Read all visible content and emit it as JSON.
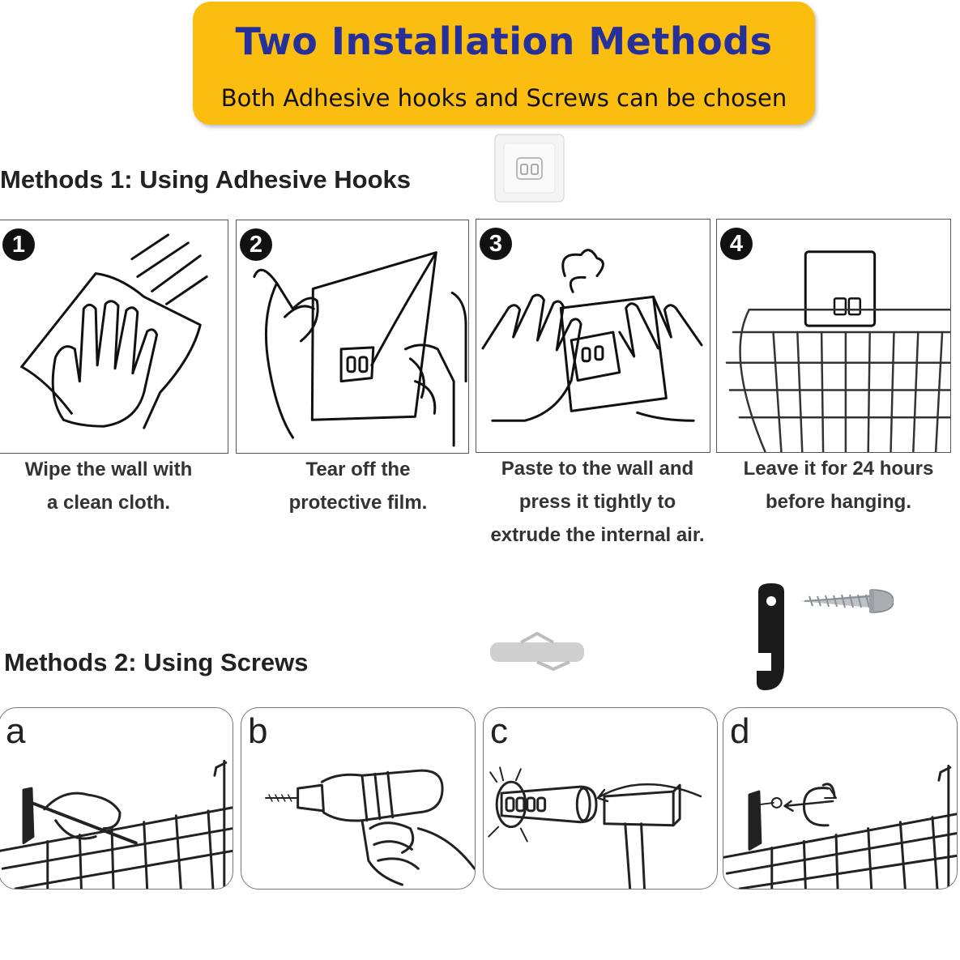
{
  "banner": {
    "title": "Two Installation Methods",
    "subtitle": "Both Adhesive hooks and Screws can be chosen",
    "bg_color": "#fbbd10",
    "title_color": "#26309a"
  },
  "method1": {
    "title": "Methods 1: Using Adhesive Hooks",
    "product_icon": "adhesive-hook-icon",
    "steps": [
      {
        "num": "1",
        "icon": "wipe-cloth-icon",
        "lines": [
          "Wipe the wall with",
          "a clean cloth."
        ]
      },
      {
        "num": "2",
        "icon": "tear-film-icon",
        "lines": [
          "Tear off the",
          "protective film."
        ]
      },
      {
        "num": "3",
        "icon": "press-hook-icon",
        "lines": [
          "Paste to the wall and",
          "press it tightly to",
          "extrude the internal air."
        ]
      },
      {
        "num": "4",
        "icon": "hang-basket-icon",
        "lines": [
          "Leave it for 24 hours",
          "before hanging."
        ]
      }
    ]
  },
  "method2": {
    "title": "Methods 2: Using Screws",
    "product_icons": [
      "wall-anchor-icon",
      "metal-hook-icon",
      "screw-icon"
    ],
    "steps": [
      {
        "letter": "a",
        "icon": "mark-position-icon"
      },
      {
        "letter": "b",
        "icon": "drill-icon"
      },
      {
        "letter": "c",
        "icon": "hammer-anchor-icon"
      },
      {
        "letter": "d",
        "icon": "screw-in-icon"
      }
    ]
  }
}
